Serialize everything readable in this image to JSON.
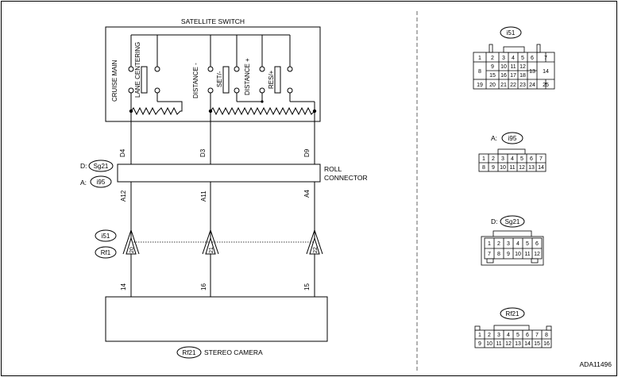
{
  "code": "ADA11496",
  "switch": {
    "title": "SATELLITE SWITCH",
    "labels": [
      "CRUISE MAIN",
      "LANE CENTERING",
      "DISTANCE -",
      "SET/-",
      "DISTANCE +",
      "RES/+"
    ]
  },
  "roll_connector": {
    "label_line1": "ROLL",
    "label_line2": "CONNECTOR",
    "tag_d_prefix": "D:",
    "tag_d": "Sg21",
    "tag_a_prefix": "A:",
    "tag_a": "i95"
  },
  "wires": [
    {
      "top_pin": "D4",
      "bottom_pin": "A12",
      "joint": "20",
      "camera_pin": "14"
    },
    {
      "top_pin": "D3",
      "bottom_pin": "A11",
      "joint": "21",
      "camera_pin": "16"
    },
    {
      "top_pin": "D9",
      "bottom_pin": "A4",
      "joint": "22",
      "camera_pin": "15"
    }
  ],
  "joint_tags": {
    "upper": "i51",
    "lower": "Rf1"
  },
  "camera": {
    "tag": "Rf21",
    "label": "STEREO CAMERA"
  },
  "connectors": {
    "i51": {
      "title": "i51",
      "row1": [
        "1",
        "2",
        "3",
        "4",
        "5",
        "6",
        "7"
      ],
      "row2": [
        "8",
        "9",
        "10",
        "11",
        "12",
        "13",
        "14"
      ],
      "row3": [
        "15",
        "16",
        "17",
        "18"
      ],
      "row4": [
        "19",
        "20",
        "21",
        "22",
        "23",
        "24",
        "25"
      ]
    },
    "i95": {
      "prefix": "A:",
      "title": "i95",
      "row1": [
        "1",
        "2",
        "3",
        "4",
        "5",
        "6",
        "7"
      ],
      "row2": [
        "8",
        "9",
        "10",
        "11",
        "12",
        "13",
        "14"
      ]
    },
    "sg21": {
      "prefix": "D:",
      "title": "Sg21",
      "row1": [
        "1",
        "2",
        "3",
        "4",
        "5",
        "6"
      ],
      "row2": [
        "7",
        "8",
        "9",
        "10",
        "11",
        "12"
      ]
    },
    "rf21": {
      "title": "Rf21",
      "row1": [
        "1",
        "2",
        "3",
        "4",
        "5",
        "6",
        "7",
        "8"
      ],
      "row2": [
        "9",
        "10",
        "11",
        "12",
        "13",
        "14",
        "15",
        "16"
      ]
    }
  }
}
